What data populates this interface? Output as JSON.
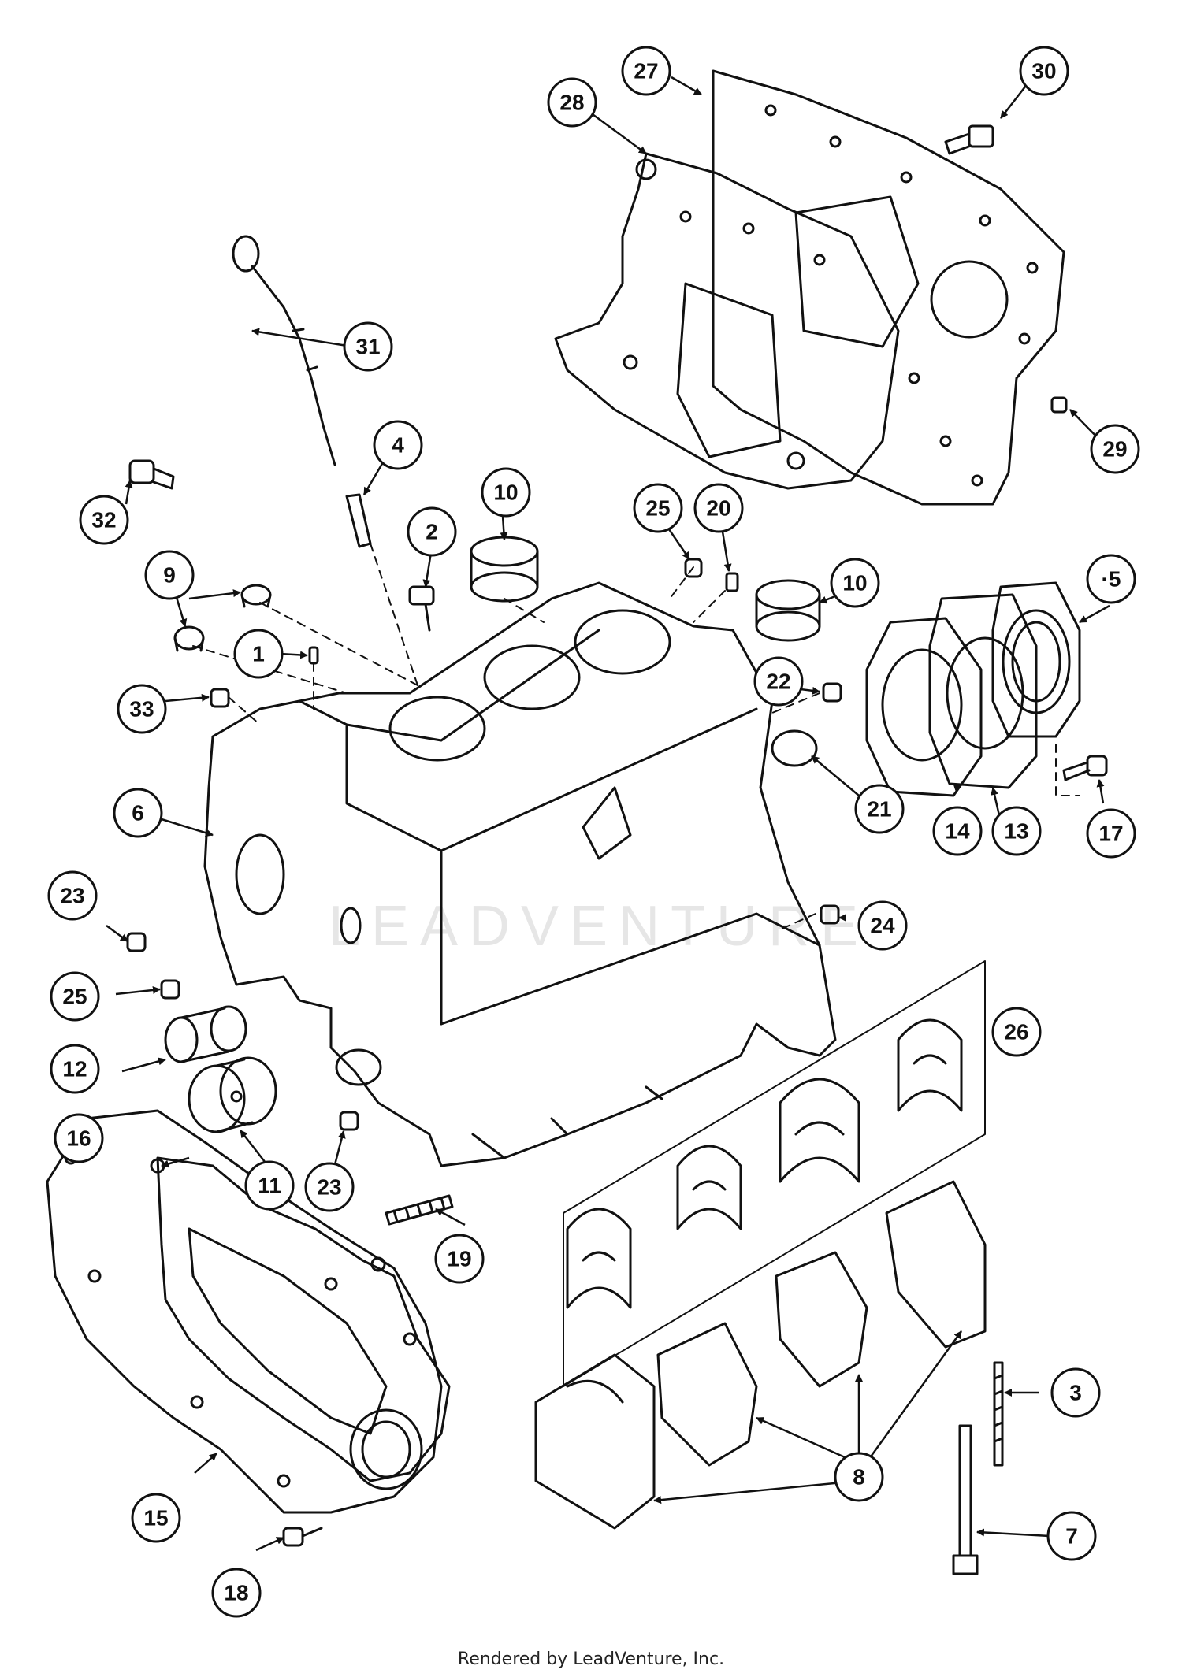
{
  "watermark": "LEADVENTURE",
  "footer": "Rendered by LeadVenture, Inc.",
  "callouts": [
    "1",
    "2",
    "3",
    "4",
    "5",
    "6",
    "7",
    "8",
    "9",
    "10",
    "11",
    "12",
    "13",
    "14",
    "15",
    "16",
    "17",
    "18",
    "19",
    "20",
    "21",
    "22",
    "23",
    "24",
    "25",
    "26",
    "27",
    "28",
    "29",
    "30",
    "31",
    "32",
    "33"
  ],
  "callout_labels": {
    "c1": "1",
    "c2": "2",
    "c3": "3",
    "c4": "4",
    "c5": "·5",
    "c6": "6",
    "c7": "7",
    "c8": "8",
    "c9": "9",
    "c10a": "10",
    "c10b": "10",
    "c11": "11",
    "c12": "12",
    "c13": "13",
    "c14": "14",
    "c15": "15",
    "c16": "16",
    "c17": "17",
    "c18": "18",
    "c19": "19",
    "c20": "20",
    "c21": "21",
    "c22": "22",
    "c23a": "23",
    "c23b": "23",
    "c24": "24",
    "c25a": "25",
    "c25b": "25",
    "c26": "26",
    "c27": "27",
    "c28": "28",
    "c29": "29",
    "c30": "30",
    "c31": "31",
    "c32": "32",
    "c33": "33"
  }
}
